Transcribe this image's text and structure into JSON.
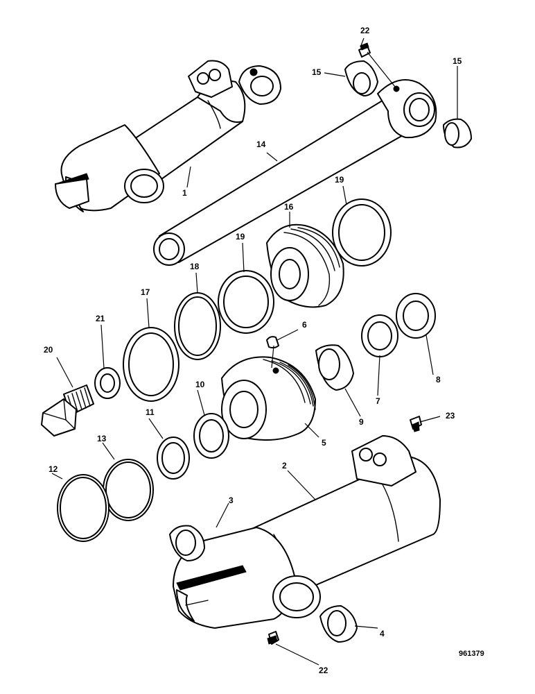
{
  "callouts": {
    "c1": "1",
    "c2": "2",
    "c3": "3",
    "c4": "4",
    "c5": "5",
    "c6": "6",
    "c7": "7",
    "c8": "8",
    "c9": "9",
    "c10": "10",
    "c11": "11",
    "c12": "12",
    "c13": "13",
    "c14": "14",
    "c15a": "15",
    "c15b": "15",
    "c16": "16",
    "c17": "17",
    "c18": "18",
    "c19a": "19",
    "c19b": "19",
    "c20": "20",
    "c21": "21",
    "c22a": "22",
    "c22b": "22",
    "c23": "23"
  },
  "figure_ref": "961379"
}
